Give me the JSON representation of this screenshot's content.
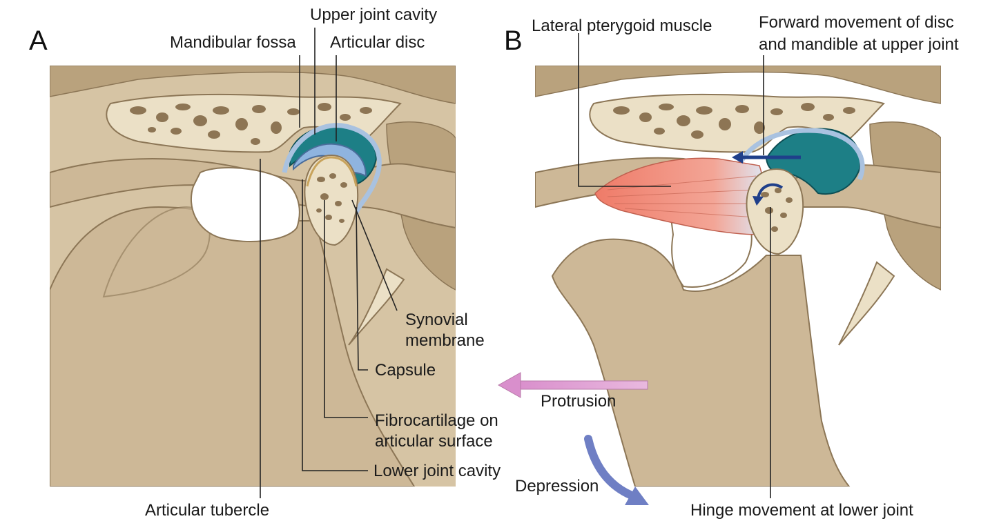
{
  "panels": {
    "a": {
      "letter": "A"
    },
    "b": {
      "letter": "B"
    }
  },
  "labels_a": {
    "upper_joint_cavity": "Upper joint cavity",
    "mandibular_fossa": "Mandibular fossa",
    "articular_disc": "Articular disc",
    "synovial_membrane_line1": "Synovial",
    "synovial_membrane_line2": "membrane",
    "capsule": "Capsule",
    "fibrocartilage_line1": "Fibrocartilage on",
    "fibrocartilage_line2": "articular surface",
    "lower_joint_cavity": "Lower joint cavity",
    "articular_tubercle": "Articular tubercle"
  },
  "labels_b": {
    "lateral_pterygoid": "Lateral pterygoid muscle",
    "forward_movement_line1": "Forward movement of disc",
    "forward_movement_line2": "and mandible at upper joint",
    "protrusion": "Protrusion",
    "depression": "Depression",
    "hinge_movement": "Hinge movement at lower joint"
  },
  "colors": {
    "bone": "#cdb897",
    "disc": "#1d7f86",
    "muscle": "#e8806e",
    "protrusion_arrow": "#d99ad0",
    "depression_arrow": "#6f7fc4",
    "movement_arrow": "#1f3f8a"
  }
}
